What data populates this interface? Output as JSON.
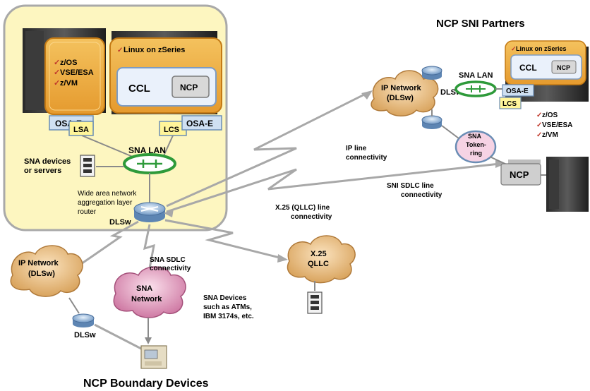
{
  "titles": {
    "partners": "NCP SNI Partners",
    "boundary": "NCP Boundary Devices"
  },
  "mainframe": {
    "os_items": [
      "z/OS",
      "VSE/ESA",
      "z/VM"
    ],
    "linux_label": "Linux on zSeries",
    "ccl": "CCL",
    "ncp": "NCP",
    "osa_left": "OSA-E",
    "osa_right": "OSA-E",
    "lsa": "LSA",
    "lcs": "LCS"
  },
  "sna_lan": "SNA LAN",
  "sna_devices_servers": [
    "SNA devices",
    "or servers"
  ],
  "router": {
    "desc": [
      "Wide area network",
      "aggregation layer",
      "router"
    ],
    "dlsw": "DLSw"
  },
  "ip_line": [
    "IP line",
    "connectivity"
  ],
  "x25_line": [
    "X.25 (QLLC) line",
    "connectivity"
  ],
  "sni_sdlc": [
    "SNI SDLC line",
    "connectivity"
  ],
  "sna_sdlc": [
    "SNA SDLC",
    "connectivity"
  ],
  "sna_devices_atm": [
    "SNA Devices",
    "such as ATMs,",
    "IBM 3174s, etc."
  ],
  "clouds": {
    "ip_right": [
      "IP Network",
      "(DLSw)"
    ],
    "ip_left": [
      "IP Network",
      "(DLSw)"
    ],
    "sna_network": [
      "SNA",
      "Network"
    ],
    "x25": [
      "X.25",
      "QLLC"
    ]
  },
  "partner": {
    "linux_label": "Linux on zSeries",
    "ccl": "CCL",
    "ncp": "NCP",
    "osa": "OSA-E",
    "lcs": "LCS",
    "sna_lan": "SNA LAN",
    "dlsw": "DLSw",
    "os_items": [
      "z/OS",
      "VSE/ESA",
      "z/VM"
    ],
    "token_ring": [
      "SNA",
      "Token-",
      "ring"
    ],
    "ncp_box": "NCP"
  },
  "boundary_dlsw": "DLSw",
  "colors": {
    "cream": "#fdf6c0",
    "orange": "#e8a23a",
    "osa_blue": "#cfe0f2",
    "yellow_box": "#fff59a",
    "lan_green": "#2e9a3a",
    "cloud_tan": "#e6c08a",
    "cloud_pink": "#d88fb3"
  }
}
